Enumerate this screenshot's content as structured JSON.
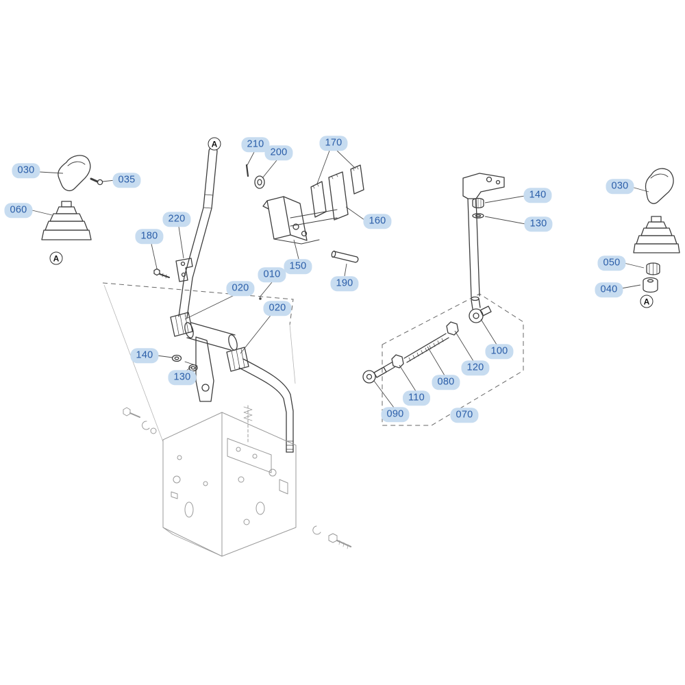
{
  "diagram": {
    "type": "exploded-parts-diagram",
    "callout_style": {
      "highlight_color": "#c7dcf0",
      "text_color": "#2a5da8"
    },
    "callouts": [
      {
        "ref": "030"
      },
      {
        "ref": "035"
      },
      {
        "ref": "060"
      },
      {
        "ref": "220"
      },
      {
        "ref": "180"
      },
      {
        "ref": "210"
      },
      {
        "ref": "200"
      },
      {
        "ref": "170"
      },
      {
        "ref": "160"
      },
      {
        "ref": "150"
      },
      {
        "ref": "190"
      },
      {
        "ref": "010"
      },
      {
        "ref": "020"
      },
      {
        "ref": "020"
      },
      {
        "ref": "140"
      },
      {
        "ref": "130"
      },
      {
        "ref": "140"
      },
      {
        "ref": "130"
      },
      {
        "ref": "100"
      },
      {
        "ref": "120"
      },
      {
        "ref": "080"
      },
      {
        "ref": "110"
      },
      {
        "ref": "090"
      },
      {
        "ref": "070"
      },
      {
        "ref": "030"
      },
      {
        "ref": "050"
      },
      {
        "ref": "040"
      }
    ],
    "markers": [
      {
        "label": "A"
      },
      {
        "label": "A"
      },
      {
        "label": "A"
      }
    ]
  }
}
